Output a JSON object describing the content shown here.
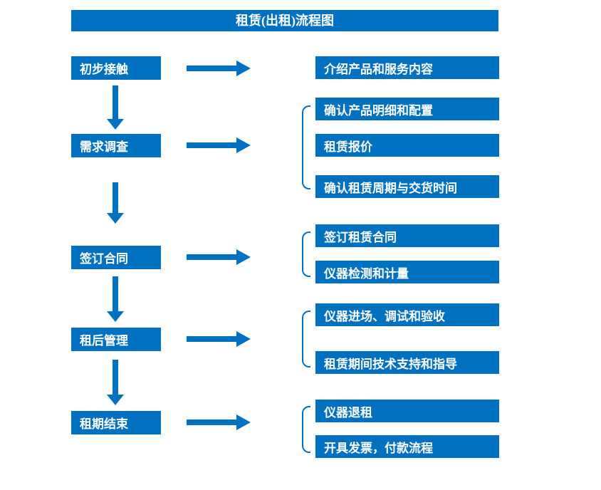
{
  "title": "租赁(出租)流程图",
  "colors": {
    "primary": "#0070C0",
    "text_on_primary": "#FFFFFF",
    "background": "#FFFFFF"
  },
  "stages": [
    {
      "label": "初步接触",
      "details": [
        "介绍产品和服务内容"
      ]
    },
    {
      "label": "需求调查",
      "details": [
        "确认产品明细和配置",
        "租赁报价",
        "确认租赁周期与交货时间"
      ]
    },
    {
      "label": "签订合同",
      "details": [
        "签订租赁合同",
        "仪器检测和计量"
      ]
    },
    {
      "label": "租后管理",
      "details": [
        "仪器进场、调试和验收",
        "租赁期间技术支持和指导"
      ]
    },
    {
      "label": "租期结束",
      "details": [
        "仪器退租",
        "开具发票，付款流程"
      ]
    }
  ]
}
